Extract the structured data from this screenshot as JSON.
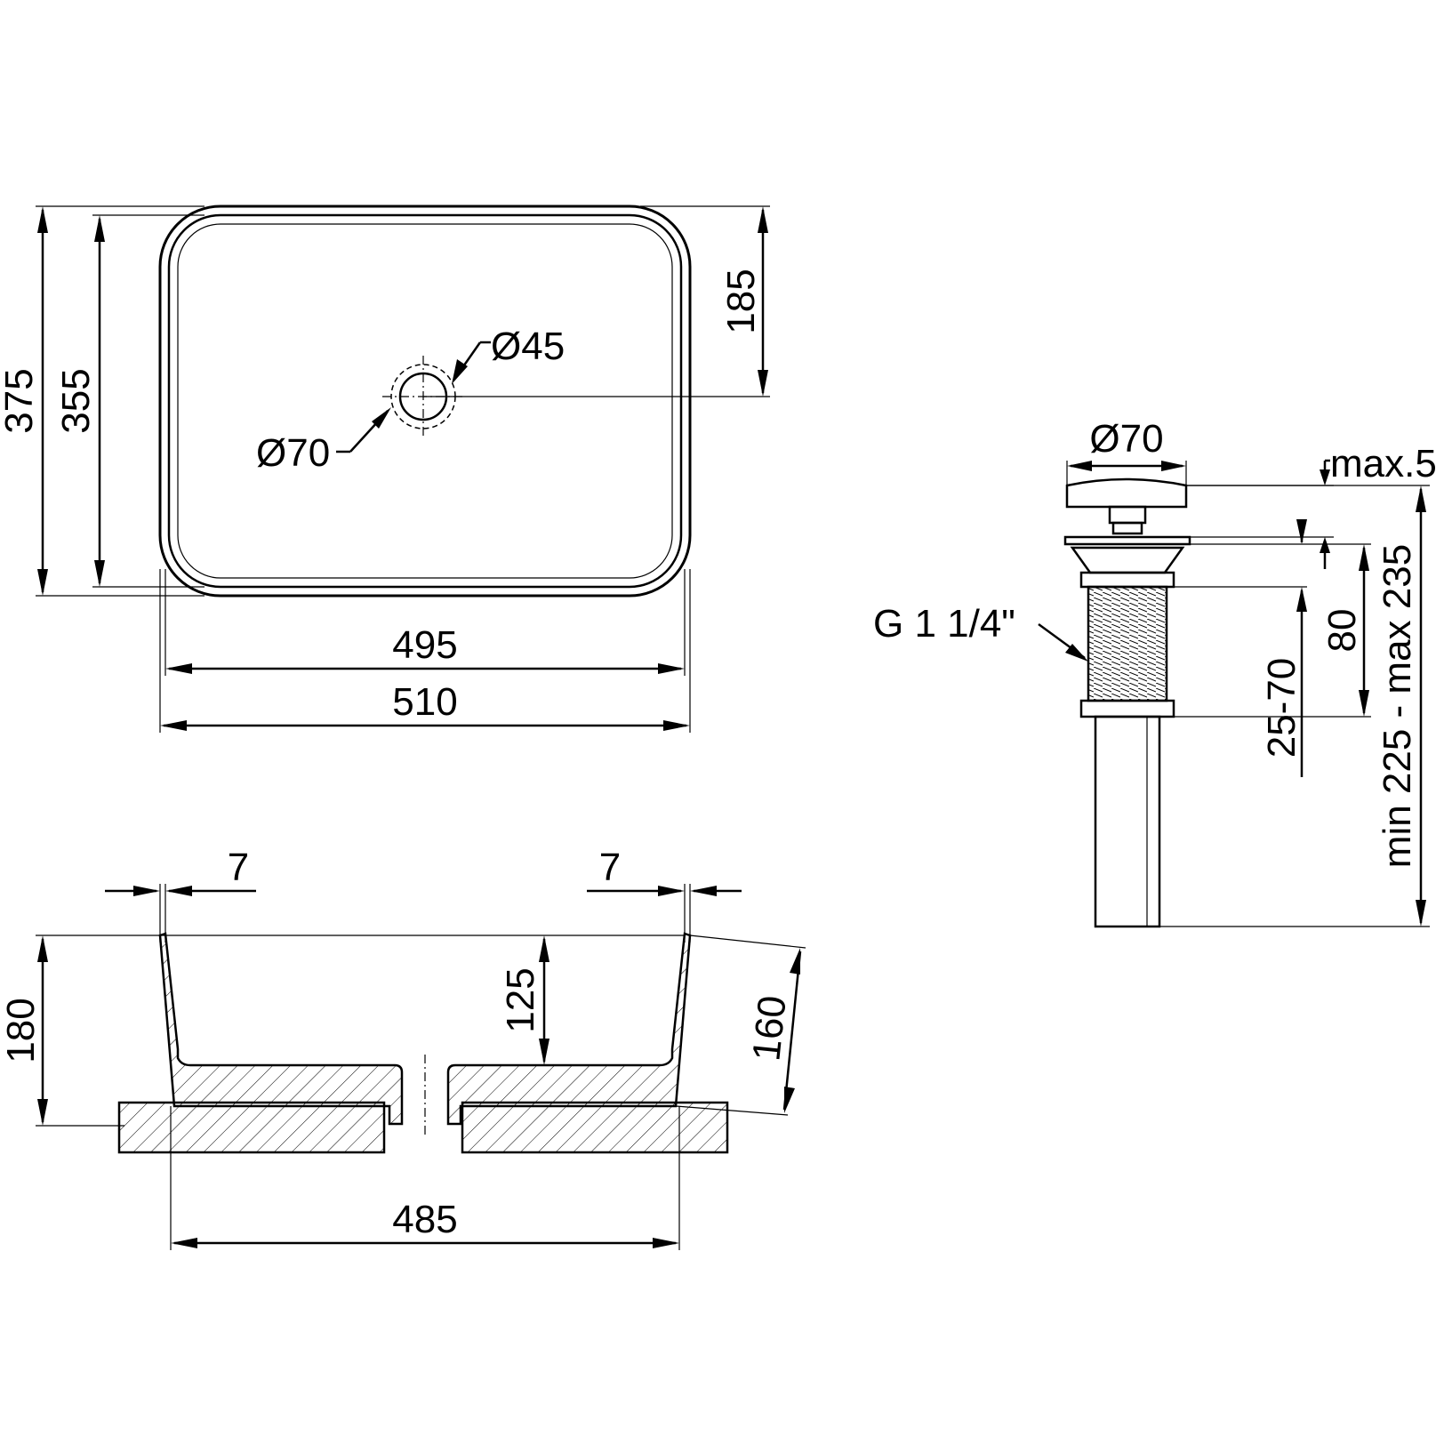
{
  "top_view": {
    "overall_length": "510",
    "inner_length": "495",
    "overall_width": "375",
    "inner_width": "355",
    "drain_offset": "185",
    "drain_hole_dia": "Ø45",
    "drain_cap_dia": "Ø70"
  },
  "side_view": {
    "rim_left": "7",
    "rim_right": "7",
    "total_height": "180",
    "bowl_depth": "125",
    "outer_height": "160",
    "base_length": "485"
  },
  "drain_view": {
    "cap_dia": "Ø70",
    "cap_gap": "max.5",
    "thread": "G 1 1/4\"",
    "thread_length": "80",
    "clamp_range": "25-70",
    "total_length": "min 225 - max 235"
  }
}
